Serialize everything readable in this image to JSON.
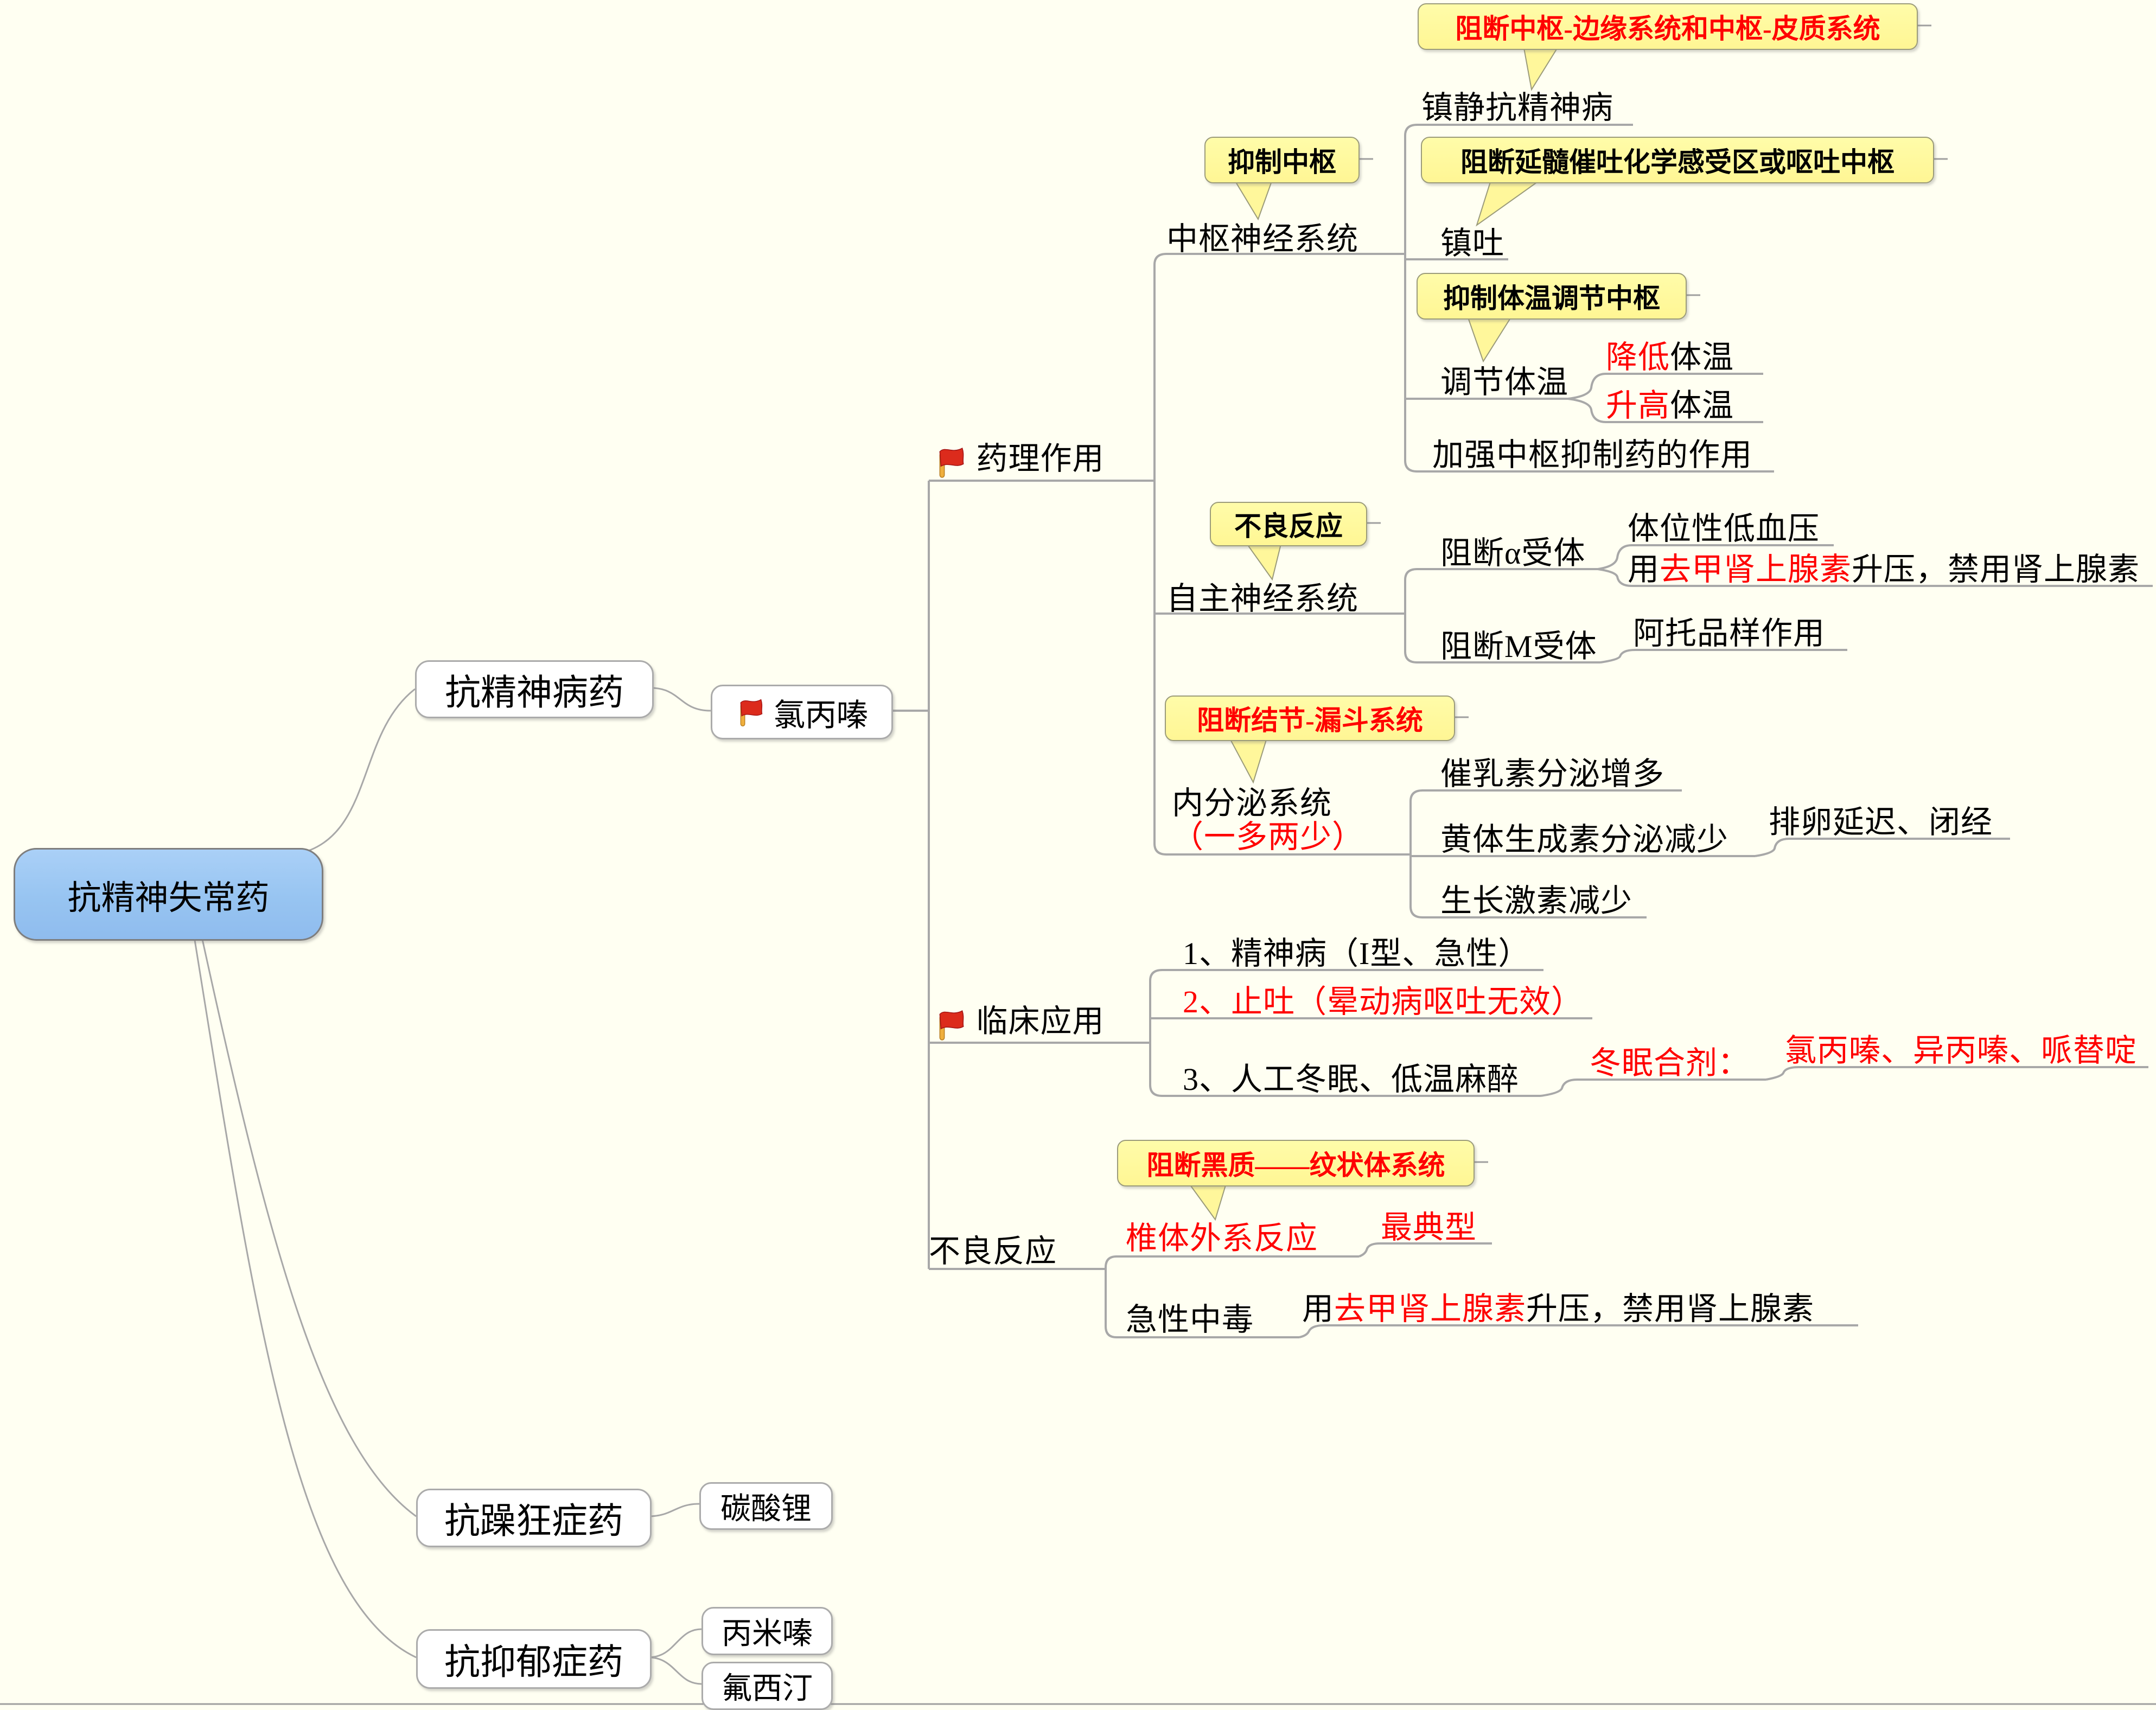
{
  "colors": {
    "background": "#FFFFF2",
    "callout_fill": "#FFF79B",
    "callout_border": "#9B9B7A",
    "accent_red": "#FF0000",
    "root_fill": "#99C6F2",
    "node_fill": "#FFFFFF",
    "line_gray": "#A8A8A8",
    "text_black": "#000000",
    "flag_red": "#DC2B1C",
    "flag_pole_gold": "#EFAF3C"
  },
  "icons": {
    "flag": "red-flag"
  },
  "map": {
    "root": "抗精神失常药",
    "antipsychotic": {
      "label": "抗精神病药",
      "chlorpromazine": "氯丙嗪",
      "pharmacology": {
        "label": "药理作用",
        "cns": {
          "label": "中枢神经系统",
          "callout": "抑制中枢",
          "sedation": {
            "label": "镇静抗精神病",
            "callout": "阻断中枢-边缘系统和中枢-皮质系统"
          },
          "antiemetic": {
            "label": "镇吐",
            "callout": "阻断延髓催吐化学感受区或呕吐中枢"
          },
          "thermo": {
            "label": "调节体温",
            "callout": "抑制体温调节中枢",
            "lower": [
              "降低",
              "体温"
            ],
            "raise": [
              "升高",
              "体温"
            ]
          },
          "potentiate": "加强中枢抑制药的作用"
        },
        "ans": {
          "label": "自主神经系统",
          "callout": "不良反应",
          "alpha": {
            "label": "阻断α受体",
            "orthostatic": "体位性低血压",
            "pressor": [
              "用",
              "去甲肾上腺素",
              "升压，禁用肾上腺素"
            ]
          },
          "m": {
            "label": "阻断M受体",
            "atropine": "阿托品样作用"
          }
        },
        "endocrine": {
          "label": "内分泌系统",
          "note": "（一多两少）",
          "callout": "阻断结节-漏斗系统",
          "prolactin": "催乳素分泌增多",
          "lh": {
            "label": "黄体生成素分泌减少",
            "effect": "排卵延迟、闭经"
          },
          "gh": "生长激素减少"
        }
      },
      "clinical": {
        "label": "临床应用",
        "use1": "1、精神病（I型、急性）",
        "use2": "2、止吐（晕动病呕吐无效）",
        "use3": {
          "label": "3、人工冬眠、低温麻醉",
          "lytic_cocktail": {
            "label": "冬眠合剂：",
            "drugs": "氯丙嗪、异丙嗪、哌替啶"
          }
        }
      },
      "adverse": {
        "label": "不良反应",
        "eps": {
          "label": "椎体外系反应",
          "note": "最典型",
          "callout": "阻断黑质——纹状体系统"
        },
        "poisoning": {
          "label": "急性中毒",
          "treatment": [
            "用",
            "去甲肾上腺素",
            "升压，禁用肾上腺素"
          ]
        }
      }
    },
    "antimanic": {
      "label": "抗躁狂症药",
      "lithium": "碳酸锂"
    },
    "antidepressant": {
      "label": "抗抑郁症药",
      "imipramine": "丙米嗪",
      "fluoxetine": "氟西汀"
    }
  }
}
